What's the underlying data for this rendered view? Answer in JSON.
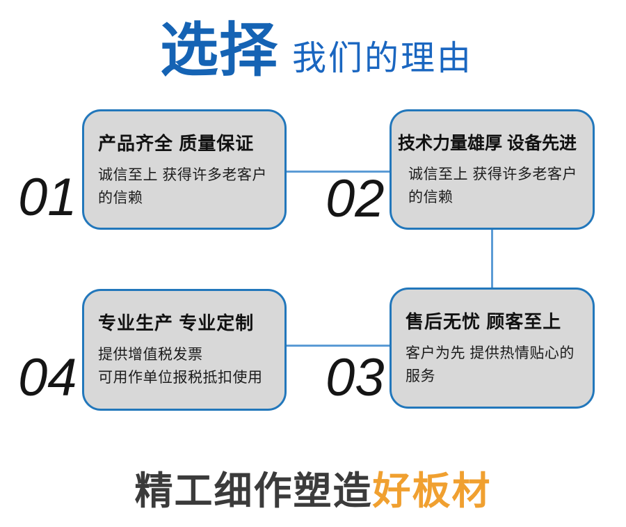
{
  "page": {
    "background": "#ffffff"
  },
  "colors": {
    "page-bg": "#ffffff",
    "heading-blue": "#1563b4",
    "heading-blue-light": "#1a66c0",
    "card-fill": "#d8d8d8",
    "card-border": "#2277bb",
    "card-title-black": "#111111",
    "card-desc-dark": "#1c1c1c",
    "number-black": "#151515",
    "connector-blue": "#5b9bd5",
    "tagline-dark": "#3b3b3b",
    "tagline-orange": "#f0a030"
  },
  "header": {
    "title_highlight": "选择",
    "title_rest": "我们的理由"
  },
  "cards": [
    {
      "number": "01",
      "title": "产品齐全 质量保证",
      "desc": "诚信至上 获得许多老客户\n的信赖"
    },
    {
      "number": "02",
      "title": "技术力量雄厚 设备先进",
      "desc": "诚信至上 获得许多老客户\n的信赖"
    },
    {
      "number": "03",
      "title": "售后无忧 顾客至上",
      "desc": "客户为先 提供热情贴心的\n服务"
    },
    {
      "number": "04",
      "title": "专业生产 专业定制",
      "desc": "提供增值税发票\n可用作单位报税抵扣使用"
    }
  ],
  "footer": {
    "tagline_main": "精工细作塑造",
    "tagline_highlight": "好板材"
  }
}
